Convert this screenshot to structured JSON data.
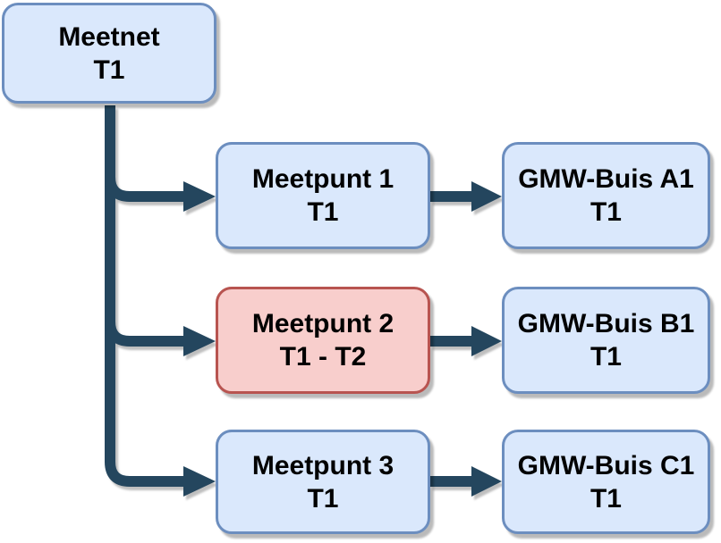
{
  "diagram": {
    "type": "flowchart",
    "nodes": {
      "meetnet": {
        "line1": "Meetnet",
        "line2": "T1",
        "style": "blue"
      },
      "meetpunt1": {
        "line1": "Meetpunt 1",
        "line2": "T1",
        "style": "blue"
      },
      "meetpunt2": {
        "line1": "Meetpunt 2",
        "line2": "T1 - T2",
        "style": "red"
      },
      "meetpunt3": {
        "line1": "Meetpunt 3",
        "line2": "T1",
        "style": "blue"
      },
      "gmw_buis_a1": {
        "line1": "GMW-Buis A1",
        "line2": "T1",
        "style": "blue"
      },
      "gmw_buis_b1": {
        "line1": "GMW-Buis B1",
        "line2": "T1",
        "style": "blue"
      },
      "gmw_buis_c1": {
        "line1": "GMW-Buis C1",
        "line2": "T1",
        "style": "blue"
      }
    },
    "edges": [
      {
        "from": "meetnet",
        "to": "meetpunt1"
      },
      {
        "from": "meetnet",
        "to": "meetpunt2"
      },
      {
        "from": "meetnet",
        "to": "meetpunt3"
      },
      {
        "from": "meetpunt1",
        "to": "gmw_buis_a1"
      },
      {
        "from": "meetpunt2",
        "to": "gmw_buis_b1"
      },
      {
        "from": "meetpunt3",
        "to": "gmw_buis_c1"
      }
    ],
    "colors": {
      "node_fill_blue": "#DAE8FC",
      "node_border_blue": "#6C8EBF",
      "node_fill_red": "#F8CECC",
      "node_border_red": "#B85450",
      "connector": "#24465E",
      "text": "#000000",
      "background": "#FFFFFF"
    }
  }
}
